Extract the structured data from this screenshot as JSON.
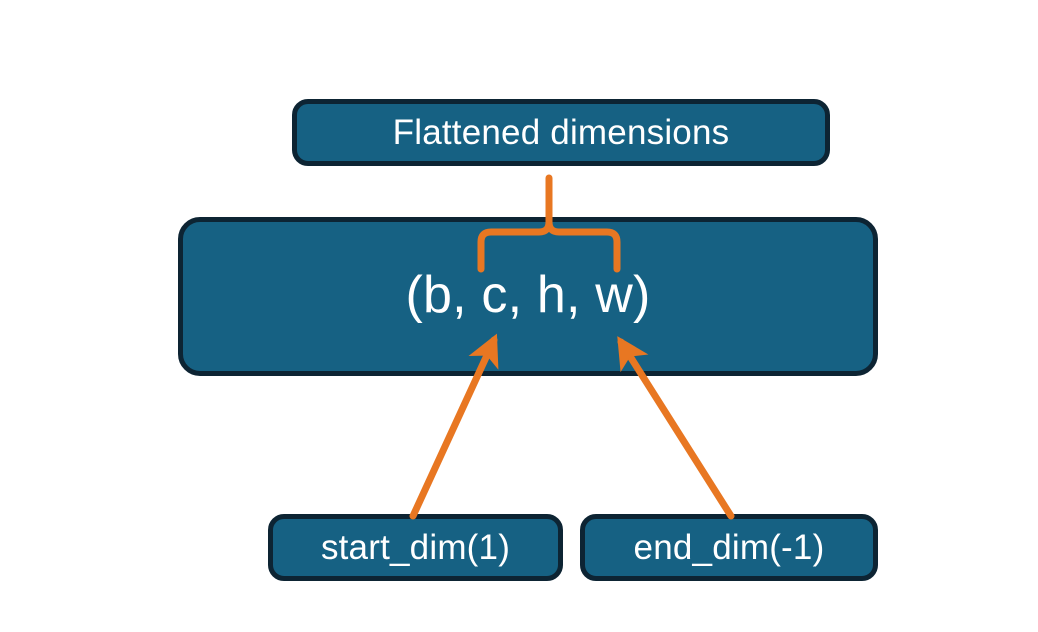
{
  "diagram": {
    "title": "Flatten dimensions diagram",
    "background_color": "#ffffff",
    "node_fill_color": "#166183",
    "node_border_color": "#0d2433",
    "node_text_color": "#ffffff",
    "connector_color": "#e87722",
    "nodes": [
      {
        "id": "flattened",
        "label": "Flattened dimensions",
        "role": "callout-label"
      },
      {
        "id": "shape",
        "label": "(b, c, h, w)",
        "role": "tensor-shape-tuple"
      },
      {
        "id": "start_dim",
        "label": "start_dim(1)",
        "role": "argument-label"
      },
      {
        "id": "end_dim",
        "label": "end_dim(-1)",
        "role": "argument-label"
      }
    ],
    "connectors": [
      {
        "id": "brace-flattened",
        "type": "curly-brace",
        "from": "shape",
        "to": "flattened",
        "spans": "c, h, w"
      },
      {
        "id": "arrow-start-dim",
        "type": "arrow",
        "from": "start_dim",
        "to": "shape",
        "points_at": "c"
      },
      {
        "id": "arrow-end-dim",
        "type": "arrow",
        "from": "end_dim",
        "to": "shape",
        "points_at": "w"
      }
    ]
  }
}
